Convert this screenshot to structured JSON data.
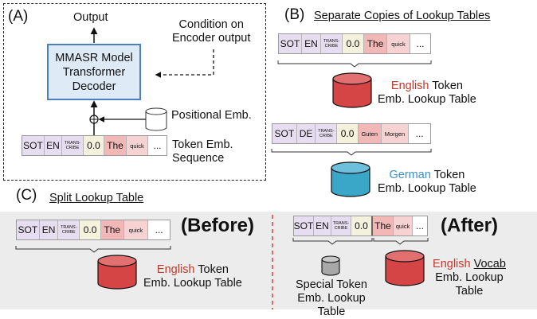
{
  "panel_a": {
    "tag": "(A)",
    "output": "Output",
    "model_lines": [
      "MMASR Model",
      "Transformer",
      "Decoder"
    ],
    "condition_lines": [
      "Condition on",
      "Encoder output"
    ],
    "positional": "Positional Emb.",
    "token_seq_lines": [
      "Token Emb.",
      "Sequence"
    ],
    "tokens": [
      "SOT",
      "EN",
      "TRANS-\nCRIBE",
      "0.0",
      "The",
      "quick",
      "..."
    ]
  },
  "panel_b": {
    "tag": "(B)",
    "title": "Separate Copies of Lookup Tables",
    "tokens_en": [
      "SOT",
      "EN",
      "TRANS-\nCRIBE",
      "0.0",
      "The",
      "quick",
      "..."
    ],
    "english_word": "English",
    "table_suffix": " Token",
    "table_line2": "Emb. Lookup Table",
    "tokens_de": [
      "SOT",
      "DE",
      "TRANS-\nCRIBE",
      "0.0",
      "Guten",
      "Morgen",
      "..."
    ],
    "german_word": "German"
  },
  "panel_c": {
    "tag": "(C)",
    "title": "Split Lookup Table",
    "before_label": "(Before)",
    "after_label": "(After)",
    "tokens_before": [
      "SOT",
      "EN",
      "TRANS-\nCRIBE",
      "0.0",
      "The",
      "quick",
      "..."
    ],
    "tokens_after": [
      "SOT",
      "EN",
      "TRANS-\nCRIBE",
      "0.0",
      "The",
      "quick",
      "..."
    ],
    "before_english": "English",
    "before_suffix": " Token",
    "before_line2": "Emb. Lookup Table",
    "special_lines": [
      "Special Token",
      "Emb. Lookup Table"
    ],
    "after_english": "English",
    "after_vocab": "Vocab",
    "after_lines": [
      "Emb. Lookup",
      "Table"
    ]
  },
  "colors": {
    "english_red": "#c0392b",
    "german_blue": "#3f8fc4",
    "cyl_red": "#d64545",
    "cyl_blue": "#3aa6c8",
    "cyl_gray": "#a8a8a8",
    "model_fill": "#dfeaf7",
    "model_border": "#4a7fc1",
    "panel_c_bg": "#ececec",
    "divider_red": "#d62728"
  }
}
